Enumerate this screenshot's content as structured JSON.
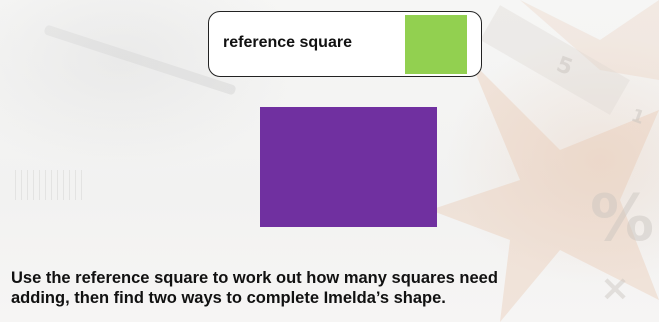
{
  "reference_card": {
    "label": "reference square",
    "square_color": "#92d050"
  },
  "shape": {
    "color": "#7030a0"
  },
  "instruction": {
    "line1": "Use the reference square to work out how many squares need",
    "line2": "adding, then find two ways to complete Imelda’s shape."
  },
  "background": {
    "decor_color": "#e8c3aa",
    "decor_text_color": "#c9c4bf"
  }
}
